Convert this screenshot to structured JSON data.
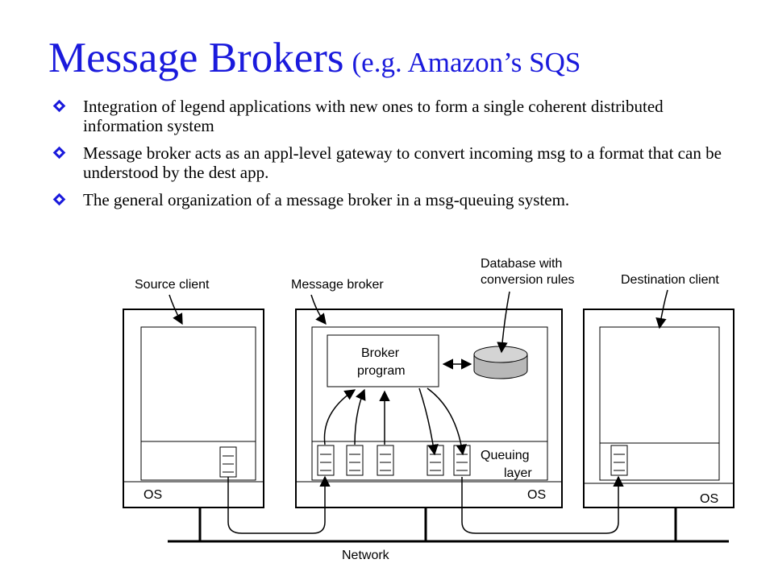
{
  "slide": {
    "title": "Message Brokers",
    "subtitle": "(e.g. Amazon’s SQS",
    "bullets": [
      "Integration of legend applications with new ones to form a single coherent distributed information system",
      "Message broker acts as an appl-level gateway to convert incoming msg to a format that can be understood by the dest app.",
      "The general organization of a message broker in a msg-queuing system."
    ]
  },
  "diagram": {
    "source_client": "Source client",
    "message_broker": "Message broker",
    "database_line1": "Database with",
    "database_line2": "conversion rules",
    "destination_client": "Destination client",
    "broker_program_line1": "Broker",
    "broker_program_line2": "program",
    "queuing_line1": "Queuing",
    "queuing_line2": "layer",
    "os_left": "OS",
    "os_middle": "OS",
    "os_right": "OS",
    "network": "Network"
  }
}
